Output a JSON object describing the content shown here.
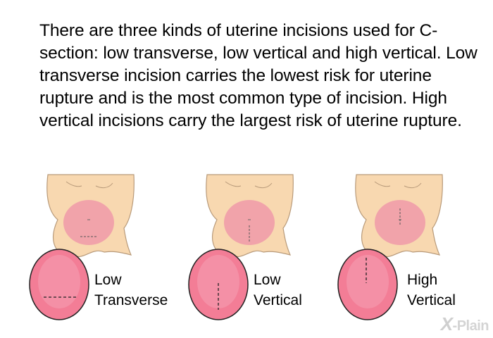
{
  "intro_text": "There are three kinds of uterine incisions used for C-section: low transverse, low vertical and high vertical.  Low transverse incision carries the lowest risk for uterine rupture and is the most common type of incision. High vertical incisions carry the largest risk of uterine rupture.",
  "figures": [
    {
      "line1": "Low",
      "line2": "Transverse",
      "incision": "low-transverse"
    },
    {
      "line1": "Low",
      "line2": "Vertical",
      "incision": "low-vertical"
    },
    {
      "line1": "High",
      "line2": "Vertical",
      "incision": "high-vertical"
    }
  ],
  "colors": {
    "skin": "#f8d8b0",
    "skin_outline": "#b89a7a",
    "uterus_fill": "#f0a0aa",
    "uterus_large_fill": "#f37d96",
    "uterus_outline": "#222222"
  },
  "logo": {
    "mark": "X",
    "text": "-Plain"
  }
}
